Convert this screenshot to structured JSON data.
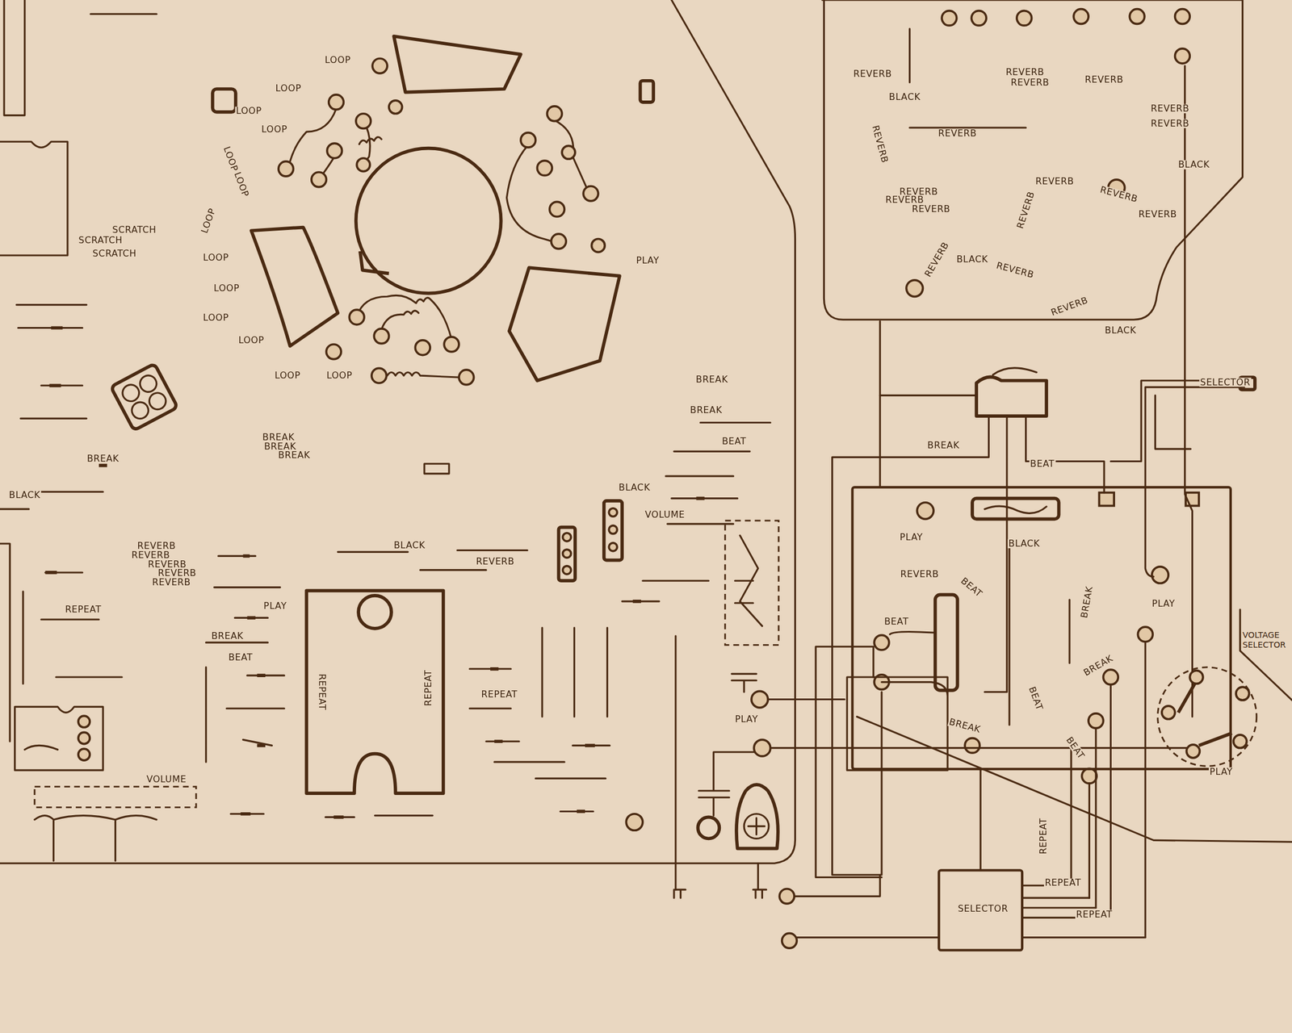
{
  "diagram": {
    "nodes": [
      {
        "text": [
          "REVERB",
          "REVERB",
          "REVERB",
          "REVERB",
          "BLACK",
          "REVERB",
          "REVERB",
          "REVERB",
          "REVERB",
          "BLACK",
          "REVERB",
          "REVERB",
          "REVERB",
          "REVERB",
          "REVERB",
          "REVERB",
          "REVERB",
          "REVERB",
          "BLACK",
          "REVERB",
          "REVERB"
        ]
      },
      {
        "text": [
          "PLAY",
          "BLACK",
          "REVERB",
          "BEAT",
          "BEAT",
          "BREAK",
          "PLAY",
          "BREAK",
          "BEAT",
          "BREAK",
          "BEAT"
        ]
      },
      {
        "text": [
          "REPEAT",
          "REPEAT"
        ]
      },
      {
        "text": [
          "SELECTOR"
        ]
      }
    ],
    "edges": [
      {
        "from": 0,
        "to": 1,
        "arrow": "none"
      },
      {
        "from": 3,
        "to": 1,
        "arrow": "none"
      }
    ],
    "labels": [
      "LOOP",
      "LOOP",
      "LOOP",
      "LOOP",
      "LOOP",
      "LOOP",
      "LOOP",
      "LOOP",
      "LOOP",
      "LOOP",
      "LOOP",
      "LOOP",
      "LOOP",
      "SCRATCH",
      "SCRATCH",
      "SCRATCH",
      "PLAY",
      "BREAK",
      "BREAK",
      "BREAK",
      "BREAK",
      "BLACK",
      "REVERB",
      "REVERB",
      "REVERB",
      "REVERB",
      "REVERB",
      "REPEAT",
      "PLAY",
      "BREAK",
      "BEAT",
      "VOLUME",
      "BREAK",
      "BREAK",
      "BEAT",
      "BLACK",
      "VOLUME",
      "BLACK",
      "REVERB",
      "REPEAT",
      "PLAY",
      "BLACK",
      "BREAK",
      "BEAT",
      "SELECTOR",
      "VOLTAGE SELECTOR",
      "PLAY",
      "REPEAT",
      "REPEAT",
      "REPEAT"
    ]
  }
}
